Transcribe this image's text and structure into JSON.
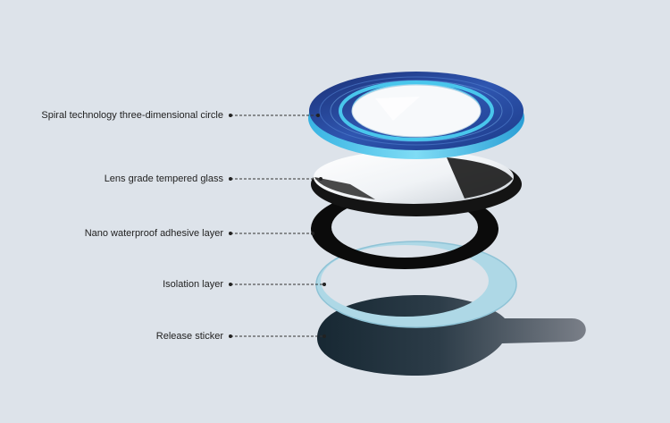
{
  "colors": {
    "background": "#dde3ea",
    "ring_blue_dark": "#1f3f8a",
    "ring_blue_light": "#3ec0e6",
    "glass_edge": "#111111",
    "adhesive": "#0b0b0b",
    "isolation": "#a9d5e3",
    "sticker_dark": "#1e2e38",
    "sticker_light": "#6b7280",
    "leader_line": "#333333"
  },
  "layers": [
    {
      "id": "spiral-ring",
      "label": "Spiral technology three-dimensional circle",
      "icon": "blue-metal-ring"
    },
    {
      "id": "tempered-glass",
      "label": "Lens grade tempered glass",
      "icon": "glass-disc"
    },
    {
      "id": "adhesive",
      "label": "Nano waterproof adhesive layer",
      "icon": "black-ring"
    },
    {
      "id": "isolation",
      "label": "Isolation layer",
      "icon": "light-blue-ring"
    },
    {
      "id": "sticker",
      "label": "Release sticker",
      "icon": "tab-sticker"
    }
  ]
}
